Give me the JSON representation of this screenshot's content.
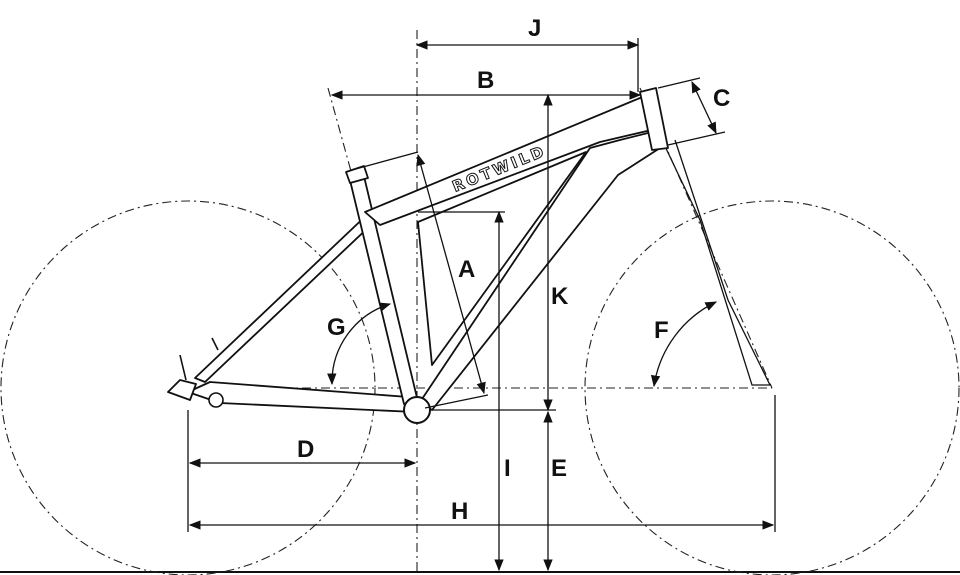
{
  "brand": "ROTWILD",
  "labels": {
    "A": "A",
    "B": "B",
    "C": "C",
    "D": "D",
    "E": "E",
    "F": "F",
    "G": "G",
    "H": "H",
    "I": "I",
    "J": "J",
    "K": "K"
  }
}
